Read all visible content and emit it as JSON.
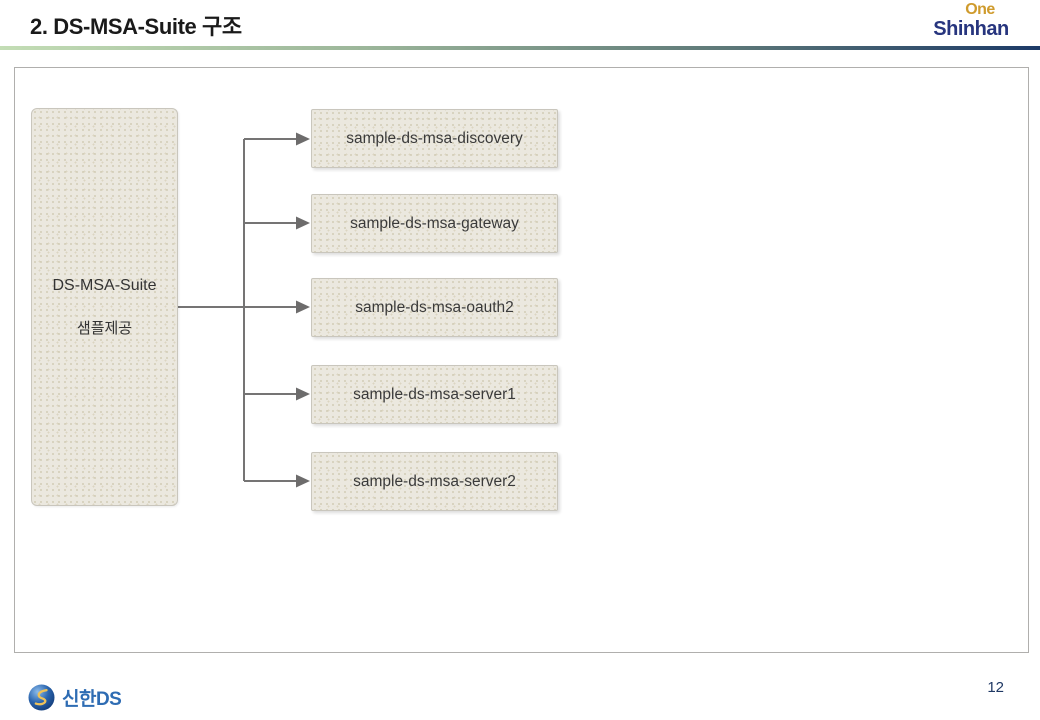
{
  "slide": {
    "title": "2. DS-MSA-Suite 구조",
    "page_number": "12"
  },
  "header_logo": {
    "line1": "One",
    "line2": "Shinhan"
  },
  "footer_logo": {
    "text": "신한DS"
  },
  "diagram": {
    "source": {
      "title": "DS-MSA-Suite",
      "subtitle": "샘플제공"
    },
    "targets": [
      {
        "label": "sample-ds-msa-discovery"
      },
      {
        "label": "sample-ds-msa-gateway"
      },
      {
        "label": "sample-ds-msa-oauth2"
      },
      {
        "label": "sample-ds-msa-server1"
      },
      {
        "label": "sample-ds-msa-server2"
      }
    ]
  },
  "colors": {
    "rule_gradient_start": "#c3ddb5",
    "rule_gradient_end": "#1c3a67",
    "logo_gold": "#cf9b2d",
    "logo_navy": "#27357e",
    "footer_logo_blue": "#2e6cb3",
    "node_fill": "#ebe8df",
    "node_border": "#c9c6bd",
    "connector_gray": "#757474",
    "page_number_navy": "#1f3864"
  }
}
